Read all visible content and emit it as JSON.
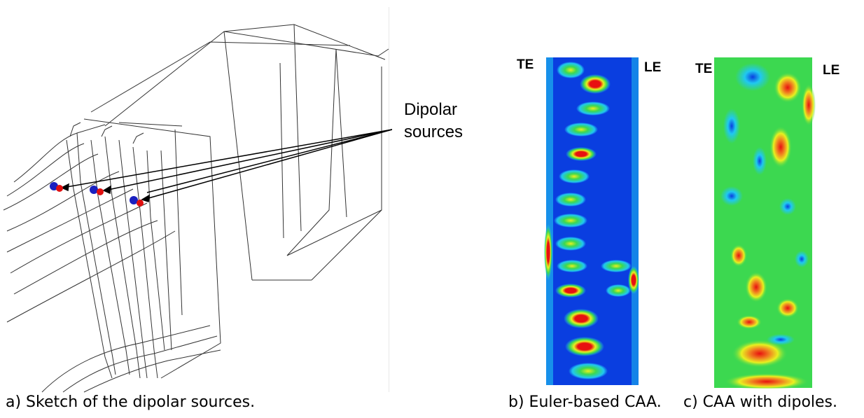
{
  "annotation": {
    "line1": "Dipolar",
    "line2": "sources"
  },
  "maps": {
    "b": {
      "te": "TE",
      "le": "LE"
    },
    "c": {
      "te": "TE",
      "le": "LE"
    }
  },
  "captions": {
    "a": "a) Sketch of the dipolar sources.",
    "b": "b) Euler-based CAA.",
    "c": "c) CAA with dipoles."
  },
  "colors": {
    "low": "#0a3ee0",
    "cyan": "#20c8f0",
    "green": "#3cd850",
    "yellow": "#e8f020",
    "orange": "#f08020",
    "high": "#e81010",
    "dipole_neg": "#1a20c0",
    "dipole_pos": "#e01010"
  }
}
